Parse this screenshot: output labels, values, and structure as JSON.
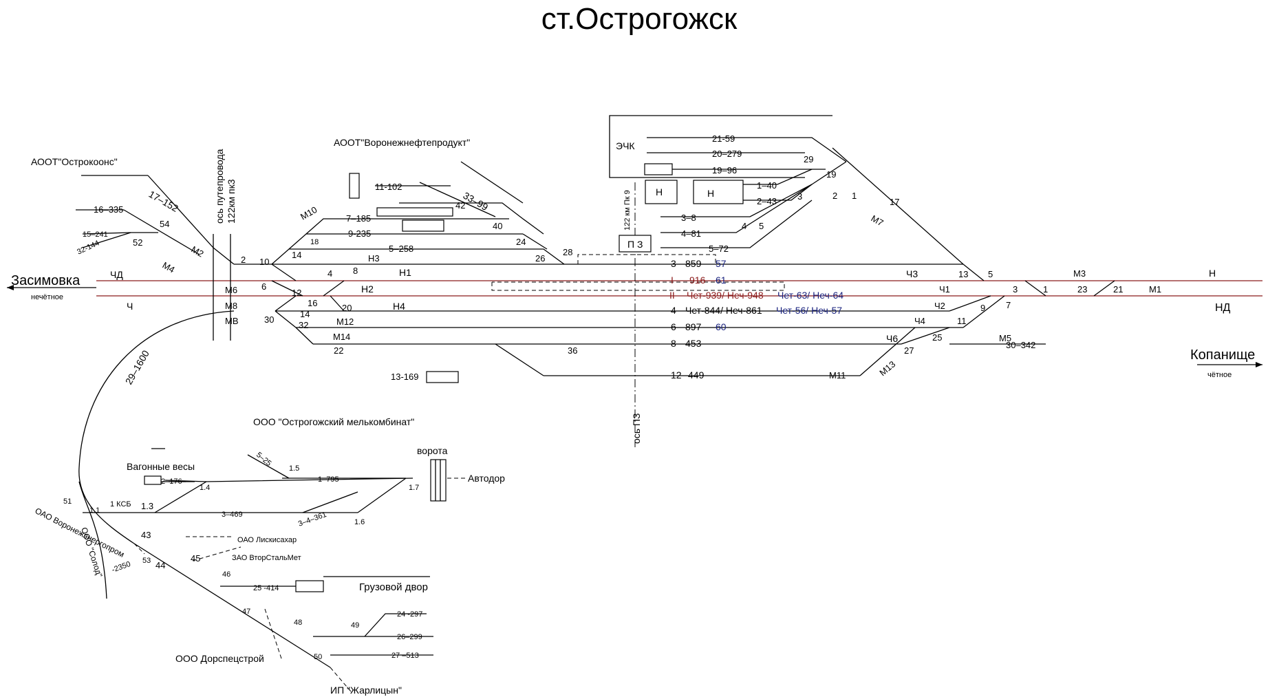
{
  "title": "ст.Острогожск",
  "directions": {
    "left": {
      "name": "Засимовка",
      "sub": "нечётное"
    },
    "right": {
      "name": "Копанище",
      "sub": "чётное"
    }
  },
  "colors": {
    "main_track": "#8b1a1a",
    "blue_text": "#1a237e"
  },
  "overpass": {
    "line1": "ось путепровода",
    "line2": "122км пк3"
  },
  "pz_axis": {
    "top": "122 км Пк 9",
    "bottom": "ось ПЗ",
    "box": "П З"
  },
  "buildings": {
    "ehk": "ЭЧК",
    "n1": "Н",
    "n2": "Н",
    "vorota": "ворота"
  },
  "tracks": {
    "t3": {
      "num": "3",
      "spec": "859",
      "extra": "57"
    },
    "tI": {
      "num": "I",
      "spec": "916",
      "extra": "61"
    },
    "tII": {
      "num": "II",
      "spec": "Чет-939/ Неч-948",
      "extra": "Чет-63/ Неч-64"
    },
    "t4": {
      "num": "4",
      "spec": "Чет-844/ Неч-861",
      "extra": "Чет-56/ Неч-57"
    },
    "t6": {
      "num": "6",
      "spec": "897",
      "extra": "60"
    },
    "t8": {
      "num": "8",
      "spec": "453"
    },
    "t12": {
      "num": "12",
      "spec": "449"
    }
  },
  "labels": [
    {
      "id": "org-ostrokons",
      "text": "АООТ\"Острокоонс\""
    },
    {
      "id": "org-vnp",
      "text": "АООТ\"Воронежнефтепродукт\""
    },
    {
      "id": "org-melk",
      "text": "ООО \"Острогожский мелькомбинат\""
    },
    {
      "id": "vagon-vesy",
      "text": "Вагонные весы"
    },
    {
      "id": "avtodor",
      "text": "Автодор"
    },
    {
      "id": "gruz-dvor",
      "text": "Грузовой двор"
    },
    {
      "id": "org-dorspec",
      "text": "ООО Дорспецстрой"
    },
    {
      "id": "org-zharl",
      "text": "ИП \"Жарлицын\""
    },
    {
      "id": "org-liski",
      "text": "ОАО Лискисахар"
    },
    {
      "id": "org-vtor",
      "text": "ЗАО ВторСтальМет"
    },
    {
      "id": "org-vorenerg",
      "text": "ОАО Воронежэнергопром"
    },
    {
      "id": "org-solod",
      "text": "ООО \"Солод\""
    },
    {
      "id": "sp-17-152",
      "text": "17–152"
    },
    {
      "id": "sp-16-335",
      "text": "16–335"
    },
    {
      "id": "sp-15-241",
      "text": "15–241"
    },
    {
      "id": "sp-32-144",
      "text": "32-144"
    },
    {
      "id": "sp-11-102",
      "text": "11-102"
    },
    {
      "id": "sp-33-99",
      "text": "33–99"
    },
    {
      "id": "sp-7-185",
      "text": "7–185"
    },
    {
      "id": "sp-9-235",
      "text": "9-235"
    },
    {
      "id": "sp-5-258",
      "text": "5–258"
    },
    {
      "id": "sp-21-59",
      "text": "21-59"
    },
    {
      "id": "sp-20-279",
      "text": "20–279"
    },
    {
      "id": "sp-19-96",
      "text": "19–96"
    },
    {
      "id": "sp-1-40",
      "text": "1–40"
    },
    {
      "id": "sp-2-43",
      "text": "2–43"
    },
    {
      "id": "sp-3-8",
      "text": "3–8"
    },
    {
      "id": "sp-4-81",
      "text": "4–81"
    },
    {
      "id": "sp-5-72",
      "text": "5–72"
    },
    {
      "id": "sp-13-169",
      "text": "13-169"
    },
    {
      "id": "sp-30-342",
      "text": "30–342"
    },
    {
      "id": "sp-29-1600",
      "text": "29–1600"
    },
    {
      "id": "sp-2-176",
      "text": "2–176"
    },
    {
      "id": "sp-3-469",
      "text": "3–469"
    },
    {
      "id": "sp-4-361",
      "text": "3–4–361"
    },
    {
      "id": "sp-1-795",
      "text": "1–795"
    },
    {
      "id": "sp-5-25",
      "text": "5–25"
    },
    {
      "id": "sp-25-414",
      "text": "25 -414"
    },
    {
      "id": "sp-24-297",
      "text": "24 -297"
    },
    {
      "id": "sp-26-299",
      "text": "26–299"
    },
    {
      "id": "sp-27-513",
      "text": "27 –513"
    },
    {
      "id": "sp-2350",
      "text": "-2350"
    },
    {
      "id": "sig-chd",
      "text": "ЧД"
    },
    {
      "id": "sig-ch",
      "text": "Ч"
    },
    {
      "id": "sig-m2",
      "text": "М2"
    },
    {
      "id": "sig-m4",
      "text": "М4"
    },
    {
      "id": "sig-m6",
      "text": "М6"
    },
    {
      "id": "sig-m8",
      "text": "М8"
    },
    {
      "id": "sig-mv",
      "text": "МВ"
    },
    {
      "id": "sig-m10",
      "text": "М10"
    },
    {
      "id": "sig-m12",
      "text": "М12"
    },
    {
      "id": "sig-m14",
      "text": "М14"
    },
    {
      "id": "sig-n1",
      "text": "Н1"
    },
    {
      "id": "sig-n2",
      "text": "Н2"
    },
    {
      "id": "sig-n3",
      "text": "Н3"
    },
    {
      "id": "sig-n4",
      "text": "Н4"
    },
    {
      "id": "sig-m7",
      "text": "М7"
    },
    {
      "id": "sig-m3",
      "text": "М3"
    },
    {
      "id": "sig-m1",
      "text": "М1"
    },
    {
      "id": "sig-m5",
      "text": "М5"
    },
    {
      "id": "sig-m11",
      "text": "М11"
    },
    {
      "id": "sig-m13",
      "text": "М13"
    },
    {
      "id": "sig-n",
      "text": "Н"
    },
    {
      "id": "sig-nd",
      "text": "НД"
    },
    {
      "id": "sig-ch3",
      "text": "Ч3"
    },
    {
      "id": "sig-ch1",
      "text": "Ч1"
    },
    {
      "id": "sig-ch2",
      "text": "Ч2"
    },
    {
      "id": "sig-ch4",
      "text": "Ч4"
    },
    {
      "id": "sig-ch6",
      "text": "Ч6"
    },
    {
      "id": "sw-54",
      "text": "54"
    },
    {
      "id": "sw-52",
      "text": "52"
    },
    {
      "id": "sw-2",
      "text": "2"
    },
    {
      "id": "sw-10",
      "text": "10"
    },
    {
      "id": "sw-14a",
      "text": "14"
    },
    {
      "id": "sw-18",
      "text": "18"
    },
    {
      "id": "sw-6",
      "text": "6"
    },
    {
      "id": "sw-4",
      "text": "4"
    },
    {
      "id": "sw-8",
      "text": "8"
    },
    {
      "id": "sw-12",
      "text": "12"
    },
    {
      "id": "sw-16",
      "text": "16"
    },
    {
      "id": "sw-20",
      "text": "20"
    },
    {
      "id": "sw-14b",
      "text": "14"
    },
    {
      "id": "sw-30",
      "text": "30"
    },
    {
      "id": "sw-32",
      "text": "32"
    },
    {
      "id": "sw-22",
      "text": "22"
    },
    {
      "id": "sw-36",
      "text": "36"
    },
    {
      "id": "sw-42",
      "text": "42"
    },
    {
      "id": "sw-40",
      "text": "40"
    },
    {
      "id": "sw-24",
      "text": "24"
    },
    {
      "id": "sw-26",
      "text": "26"
    },
    {
      "id": "sw-28",
      "text": "28"
    },
    {
      "id": "sw-29",
      "text": "29"
    },
    {
      "id": "sw-19",
      "text": "19"
    },
    {
      "id": "sw-3r",
      "text": "3"
    },
    {
      "id": "sw-2r",
      "text": "2"
    },
    {
      "id": "sw-1r",
      "text": "1"
    },
    {
      "id": "sw-17",
      "text": "17"
    },
    {
      "id": "sw-4r",
      "text": "4"
    },
    {
      "id": "sw-5r",
      "text": "5"
    },
    {
      "id": "sw-13",
      "text": "13"
    },
    {
      "id": "sw-5b",
      "text": "5"
    },
    {
      "id": "sw-3b",
      "text": "3"
    },
    {
      "id": "sw-1b",
      "text": "1"
    },
    {
      "id": "sw-23",
      "text": "23"
    },
    {
      "id": "sw-21",
      "text": "21"
    },
    {
      "id": "sw-7",
      "text": "7"
    },
    {
      "id": "sw-9",
      "text": "9"
    },
    {
      "id": "sw-11",
      "text": "11"
    },
    {
      "id": "sw-25",
      "text": "25"
    },
    {
      "id": "sw-27",
      "text": "27"
    },
    {
      "id": "sw-51",
      "text": "51"
    },
    {
      "id": "sw-1-1",
      "text": "1.1"
    },
    {
      "id": "sw-1ksb",
      "text": "1 КСБ"
    },
    {
      "id": "sw-1-3",
      "text": "1.3"
    },
    {
      "id": "sw-1-4",
      "text": "1.4"
    },
    {
      "id": "sw-1-5",
      "text": "1.5"
    },
    {
      "id": "sw-1-6",
      "text": "1.6"
    },
    {
      "id": "sw-1-7",
      "text": "1.7"
    },
    {
      "id": "sw-43",
      "text": "43"
    },
    {
      "id": "sw-53",
      "text": "53"
    },
    {
      "id": "sw-44",
      "text": "44"
    },
    {
      "id": "sw-45",
      "text": "45"
    },
    {
      "id": "sw-46",
      "text": "46"
    },
    {
      "id": "sw-47",
      "text": "47"
    },
    {
      "id": "sw-48",
      "text": "48"
    },
    {
      "id": "sw-49",
      "text": "49"
    },
    {
      "id": "sw-50",
      "text": "50"
    }
  ]
}
